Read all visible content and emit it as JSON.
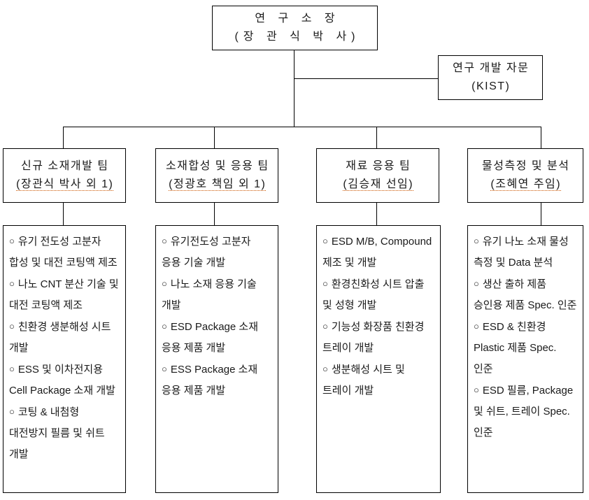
{
  "root": {
    "title": "연 구 소 장",
    "subtitle": "(장 관 식 박 사)"
  },
  "advisory": {
    "title": "연구 개발 자문",
    "subtitle": "(KIST)"
  },
  "teams": [
    {
      "name": "신규 소재개발 팀",
      "leader": "(장관식 박사 외 1)",
      "bullet": "○",
      "tasks": [
        "유기 전도성 고분자 합성 및 대전 코팅액 제조",
        "나노 CNT 분산 기술 및 대전 코팅액 제조",
        "친환경 생분해성 시트 개발",
        "ESS 및 이차전지용 Cell Package 소재 개발",
        "코팅 & 내첨형 대전방지 필름 및 쉬트 개발"
      ]
    },
    {
      "name": "소재합성 및 응용 팀",
      "leader": "(정광호 책임 외 1)",
      "bullet": "○",
      "tasks": [
        "유기전도성 고분자 응용 기술 개발",
        "나노 소재 응용 기술 개발",
        "ESD Package 소재 응용 제품 개발",
        "ESS Package 소재 응용 제품 개발"
      ]
    },
    {
      "name": "재료 응용 팀",
      "leader": "(김승재 선임)",
      "bullet": "○",
      "tasks": [
        "ESD M/B, Compound 제조 및 개발",
        "환경친화성 시트 압출 및 성형 개발",
        "기능성 화장품 친환경 트레이 개발",
        "생분해성 시트 및 트레이 개발"
      ]
    },
    {
      "name": "물성측정 및 분석",
      "leader": "(조혜연 주임)",
      "bullet": "○",
      "tasks": [
        "유기 나노 소재 물성 측정 및 Data 분석",
        "생산 출하 제품 승인용 제품 Spec. 인준",
        "ESD & 친환경 Plastic 제품 Spec. 인준",
        "ESD 필름, Package 및 쉬트, 트레이 Spec. 인준"
      ]
    }
  ],
  "colors": {
    "line": "#000000",
    "text": "#1a1a1a",
    "background": "#ffffff",
    "spellcheck_underline": "#cc5500"
  }
}
